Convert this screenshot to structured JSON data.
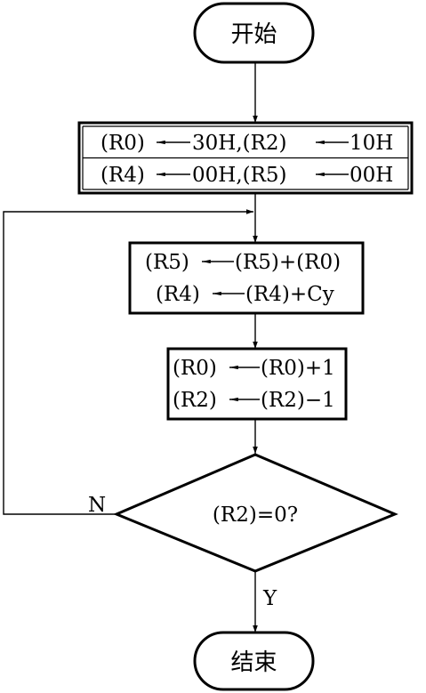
{
  "start": "开始",
  "init": {
    "line1_part1": "(R0)",
    "line1_part2": "30H,(R2)",
    "line1_part3": "10H",
    "line2_part1": "(R4)",
    "line2_part2": "00H,(R5)",
    "line2_part3": "00H"
  },
  "accumulate": {
    "line1_part1": "(R5)",
    "line1_part2": "(R5)+(R0)",
    "line2_part1": "(R4)",
    "line2_part2": "(R4)+Cy"
  },
  "update": {
    "line1_part1": "(R0)",
    "line1_part2": "(R0)+1",
    "line2_part1": "(R2)",
    "line2_part2": "(R2)−1"
  },
  "decision": {
    "condition": "(R2)=0?",
    "no_label": "N",
    "yes_label": "Y"
  },
  "end": "结束"
}
